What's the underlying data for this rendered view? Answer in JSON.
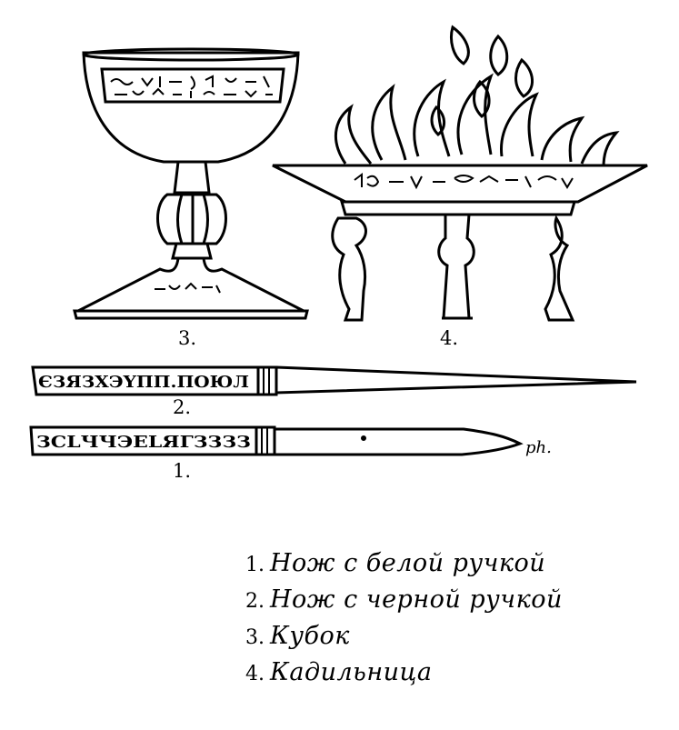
{
  "figure_labels": {
    "chalice": "3.",
    "censer": "4.",
    "black_knife": "2.",
    "white_knife": "1."
  },
  "inscriptions": {
    "black_knife_handle": "ЄЗЯЗХЭҮПП.ПОЮЛ",
    "white_knife_handle": "ЗCLЧЧЭЕLЯГЗЗЗЗ"
  },
  "signature": "ph.",
  "legend": [
    {
      "number": "1.",
      "text": "Нож с белой ручкой"
    },
    {
      "number": "2.",
      "text": "Нож с черной ручкой"
    },
    {
      "number": "3.",
      "text": "Кубок"
    },
    {
      "number": "4.",
      "text": "Кадильница"
    }
  ]
}
